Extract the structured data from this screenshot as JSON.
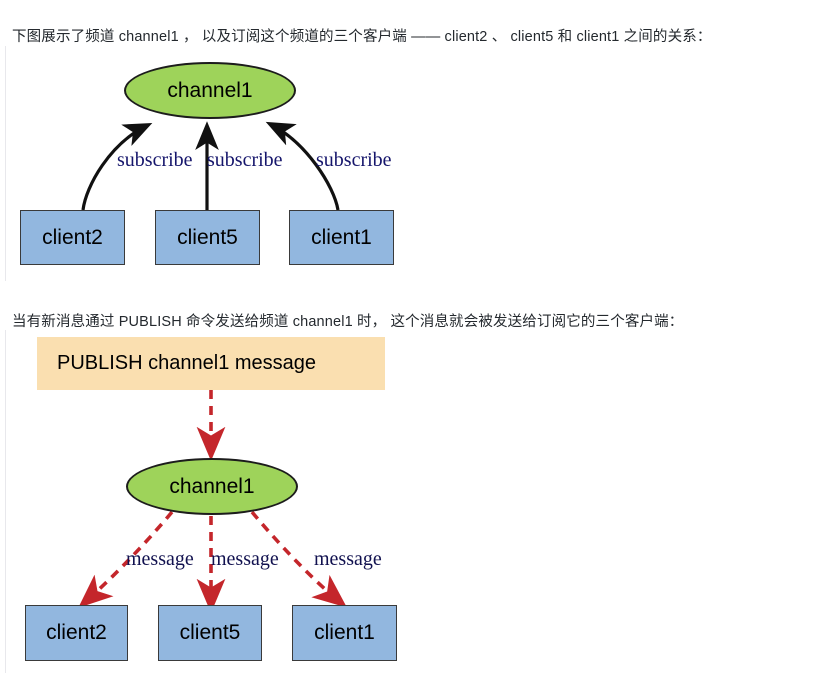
{
  "document": {
    "paragraph_1": "下图展示了频道 channel1 ， 以及订阅这个频道的三个客户端 —— client2 、 client5 和 client1 之间的关系：",
    "paragraph_2": "当有新消息通过 PUBLISH 命令发送给频道 channel1 时， 这个消息就会被发送给订阅它的三个客户端："
  },
  "colors": {
    "channel_fill": "#9ed35a",
    "client_fill": "#92b7df",
    "command_fill": "#fadfb0",
    "solid_edge": "#111111",
    "dashed_edge": "#c4262b",
    "node_stroke": "#3a3a3a",
    "text": "#24292e",
    "label_text": "#15156b"
  },
  "figure_subscribe": {
    "title": "subscribe-relationship-diagram",
    "channel": {
      "label": "channel1"
    },
    "clients": [
      {
        "label": "client2"
      },
      {
        "label": "client5"
      },
      {
        "label": "client1"
      }
    ],
    "edge_labels": [
      {
        "text": "subscribe"
      },
      {
        "text": "subscribe"
      },
      {
        "text": "subscribe"
      }
    ]
  },
  "figure_publish": {
    "title": "publish-message-diagram",
    "command": {
      "label": "PUBLISH channel1 message"
    },
    "channel": {
      "label": "channel1"
    },
    "clients": [
      {
        "label": "client2"
      },
      {
        "label": "client5"
      },
      {
        "label": "client1"
      }
    ],
    "edge_labels": [
      {
        "text": "message"
      },
      {
        "text": "message"
      },
      {
        "text": "message"
      }
    ]
  }
}
